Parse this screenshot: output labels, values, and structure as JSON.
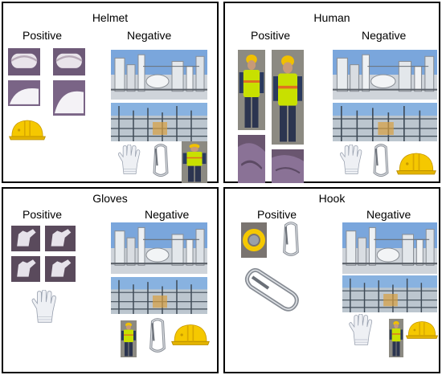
{
  "panels": {
    "helmet": {
      "title": "Helmet",
      "positive": "Positive",
      "negative": "Negative"
    },
    "human": {
      "title": "Human",
      "positive": "Positive",
      "negative": "Negative"
    },
    "gloves": {
      "title": "Gloves",
      "positive": "Positive",
      "negative": "Negative"
    },
    "hook": {
      "title": "Hook",
      "positive": "Positive",
      "negative": "Negative"
    }
  },
  "colors": {
    "border": "#000000",
    "sky": "#6f9fd8",
    "helmet_yellow": "#f5c800",
    "vest": "#c8e000",
    "crop_purple": "#6e5a78",
    "steel": "#b8bcc4"
  },
  "icons": {
    "helmet": "hardhat-icon",
    "glove": "glove-icon",
    "hook": "carabiner-icon",
    "plant": "industrial-plant-photo",
    "worker": "worker-photo"
  }
}
